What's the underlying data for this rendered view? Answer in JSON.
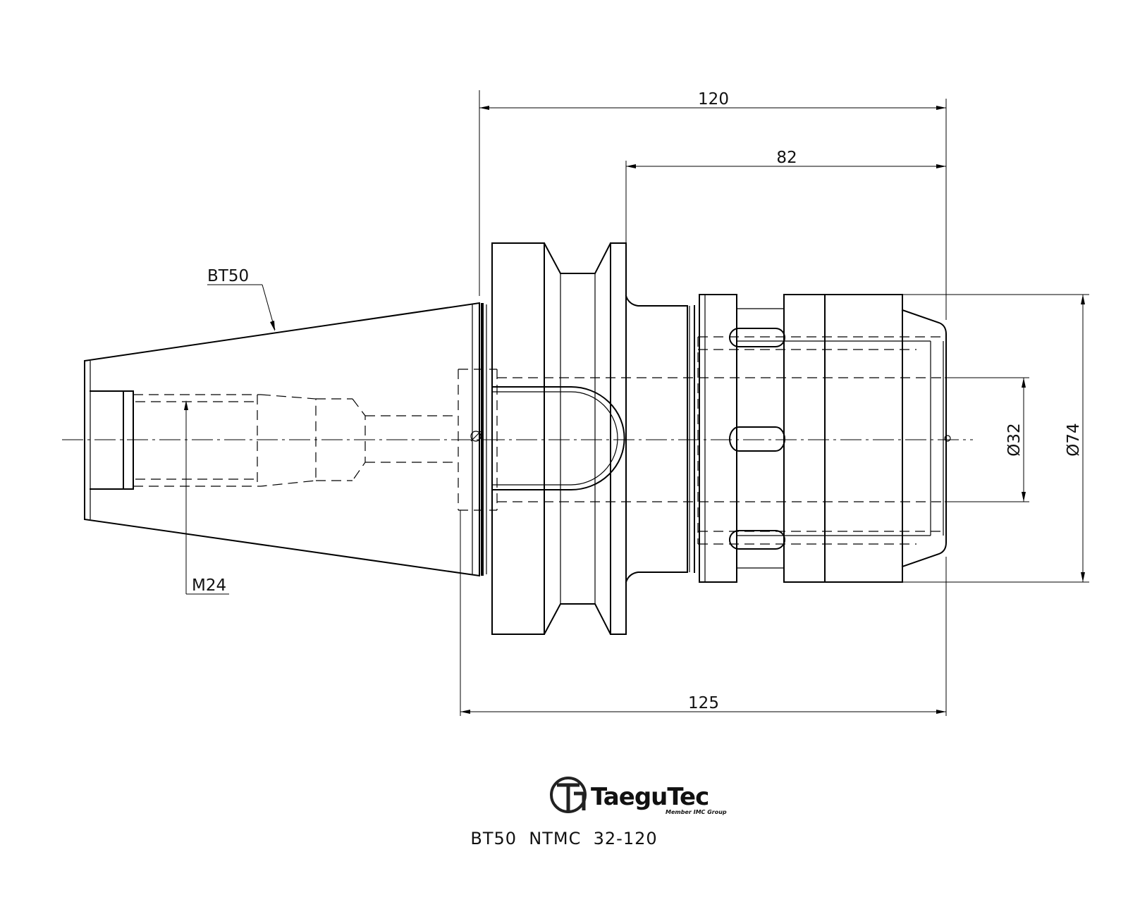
{
  "dimensions": {
    "overall_length": "120",
    "body_length": "82",
    "gauge_length": "125",
    "bore_diameter": "Ø32",
    "outer_diameter": "Ø74"
  },
  "labels": {
    "taper": "BT50",
    "thread": "M24"
  },
  "logo": {
    "brand": "TaeguTec",
    "tagline": "Member IMC Group"
  },
  "model_code": "BT50  NTMC  32-120"
}
